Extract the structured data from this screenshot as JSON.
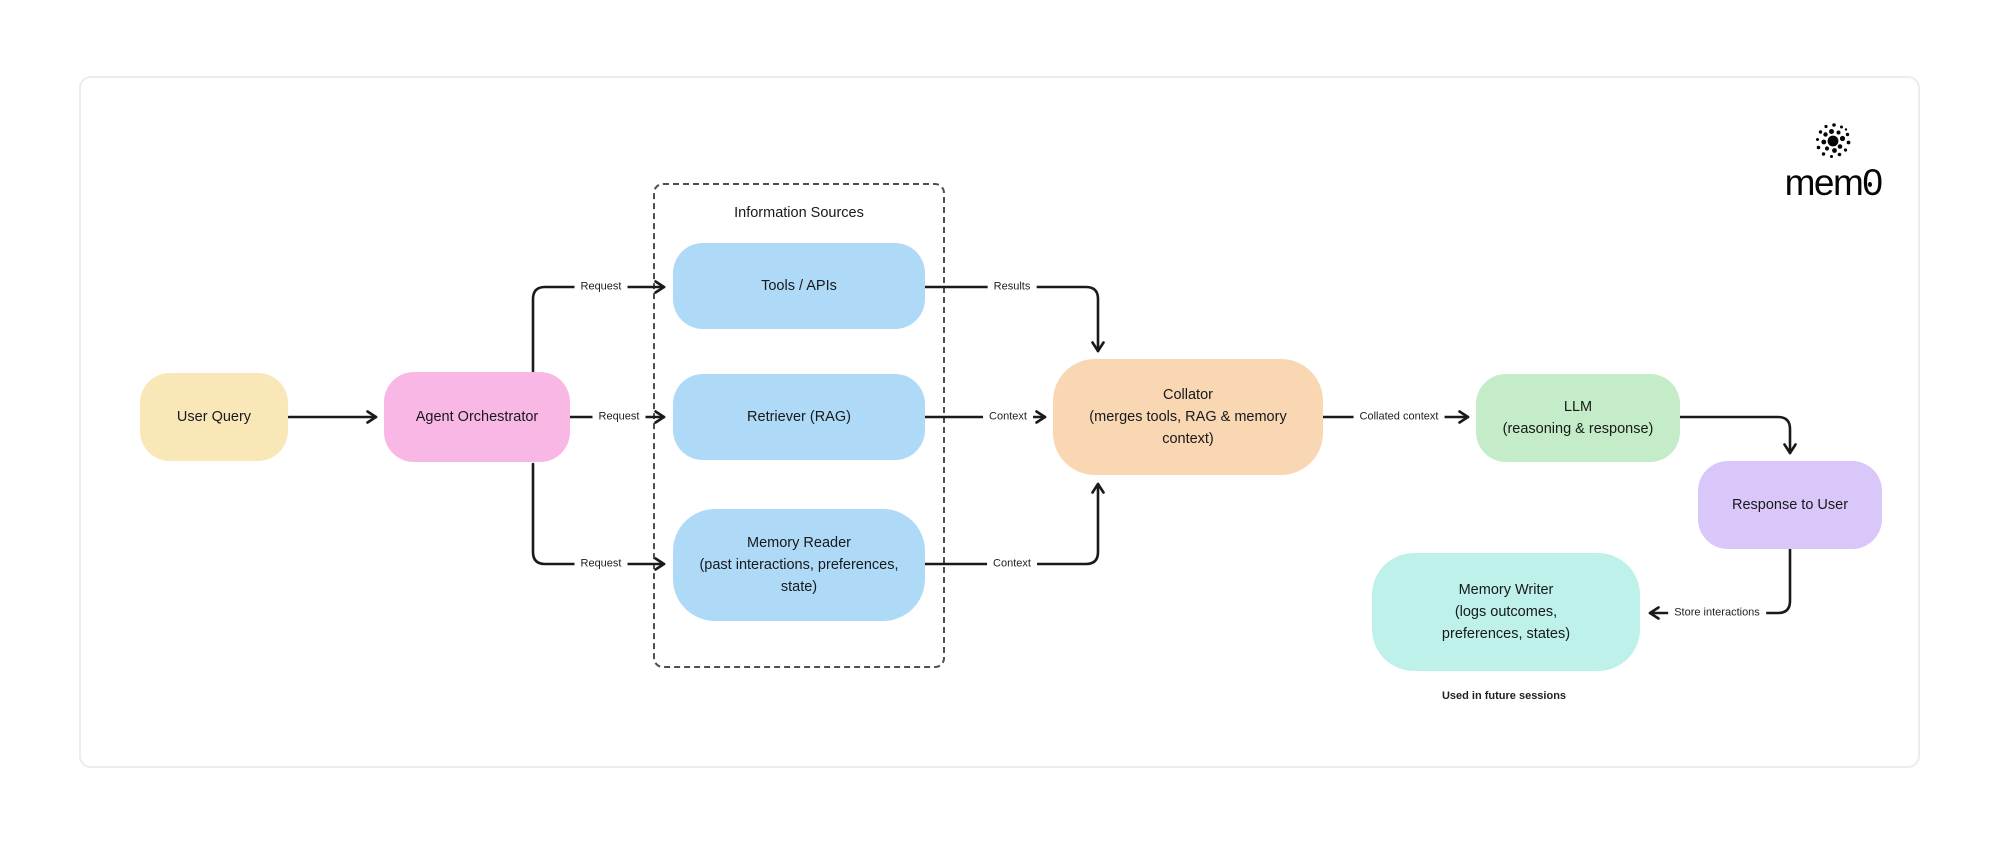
{
  "logo": {
    "brand": "mem0"
  },
  "group": {
    "title": "Information Sources"
  },
  "nodes": {
    "user_query": {
      "label": "User Query",
      "color": "#fae7b8"
    },
    "agent_orchestrator": {
      "label": "Agent Orchestrator",
      "color": "#f9b7e6"
    },
    "tools_apis": {
      "label": "Tools / APIs",
      "color": "#aedaf8"
    },
    "retriever": {
      "label": "Retriever (RAG)",
      "color": "#aedaf8"
    },
    "memory_reader": {
      "line1": "Memory Reader",
      "line2": "(past interactions, preferences,",
      "line3": "state)",
      "color": "#aedaf8"
    },
    "collator": {
      "line1": "Collator",
      "line2": "(merges tools, RAG & memory",
      "line3": "context)",
      "color": "#f9d7b2"
    },
    "llm": {
      "line1": "LLM",
      "line2": "(reasoning & response)",
      "color": "#c5ecc8"
    },
    "response_user": {
      "label": "Response to User",
      "color": "#d8c7f8"
    },
    "memory_writer": {
      "line1": "Memory Writer",
      "line2": "(logs outcomes,",
      "line3": "preferences, states)",
      "color": "#bdf1e9"
    }
  },
  "edge_labels": {
    "request_top": "Request",
    "request_mid": "Request",
    "request_bottom": "Request",
    "results": "Results",
    "context_mid": "Context",
    "context_bottom": "Context",
    "collated_context": "Collated context",
    "store_line1": "Store",
    "store_line2": "interactions"
  },
  "footnote": "Used in future sessions",
  "colors": {
    "wire": "#1a1a1a",
    "dashed_border": "#4f4f4f",
    "card_border": "#ececec"
  }
}
